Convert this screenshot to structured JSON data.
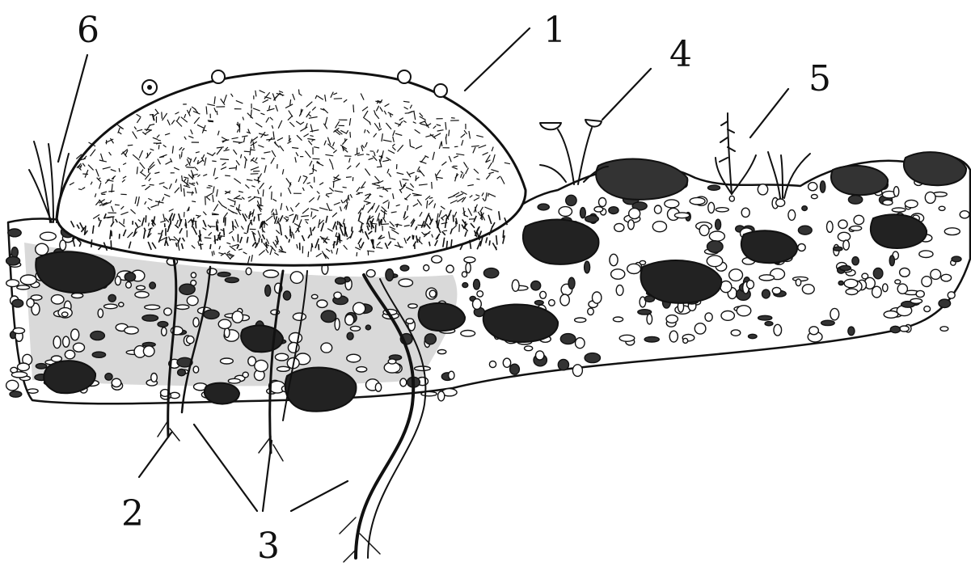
{
  "figure": {
    "labels": [
      {
        "id": "label-1",
        "text": "1"
      },
      {
        "id": "label-2",
        "text": "2"
      },
      {
        "id": "label-3",
        "text": "3"
      },
      {
        "id": "label-4",
        "text": "4"
      },
      {
        "id": "label-5",
        "text": "5"
      },
      {
        "id": "label-6",
        "text": "6"
      }
    ],
    "colors": {
      "ink": "#111111",
      "paper": "#ffffff",
      "soil_shade": "#d9d9d9"
    }
  }
}
